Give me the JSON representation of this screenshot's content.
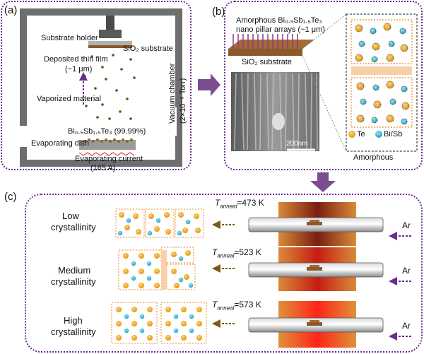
{
  "panel_a": {
    "label": "(a)",
    "substrate_holder": "Substrate holder",
    "sio2_substrate": "SiO₂ substrate",
    "deposited_film_line1": "Deposited  thin film",
    "deposited_film_line2": "(~1 μm)",
    "vaporized_material": "Vaporized material",
    "chamber_line1": "Vacuum chamber",
    "chamber_line2": "(2×10⁻⁶ Torr)",
    "source_formula": "Bi₀.₅Sb₁.₅Te₃ (99.99%)",
    "evaporating_dish": "Evaporating dish",
    "current_line1": "Evaporating current",
    "current_line2": "(165 A)"
  },
  "panel_b": {
    "label": "(b)",
    "title_line1": "Amorphous Bi₀.₅Sb₁.₅Te₃",
    "title_line2": "nano pillar arrays (~1 μm)",
    "substrate": "SiO₂ substrate",
    "scale_bar": "200nm",
    "legend_te": "Te",
    "legend_bisb": "Bi/Sb",
    "amorphous": "Amorphous"
  },
  "panel_c": {
    "label": "(c)",
    "rows": [
      {
        "line1": "Low",
        "line2": "crystallinity",
        "temp_symbol": "T",
        "temp_sub": "anneal",
        "temp_value": "=473 K",
        "gas": "Ar"
      },
      {
        "line1": "Medium",
        "line2": "crystallinity",
        "temp_symbol": "T",
        "temp_sub": "anneal",
        "temp_value": "=523 K",
        "gas": "Ar"
      },
      {
        "line1": "High",
        "line2": "crystallinity",
        "temp_symbol": "T",
        "temp_sub": "anneal",
        "temp_value": "=573 K",
        "gas": "Ar"
      }
    ]
  },
  "colors": {
    "border_purple": "#6a2d8f",
    "chamber_gray": "#6e6e6e",
    "te_orange": "#f0a51c",
    "bisb_cyan": "#2fb4d6",
    "film_brown": "#8a5a2a",
    "furnace_red": "#e62a1e"
  }
}
